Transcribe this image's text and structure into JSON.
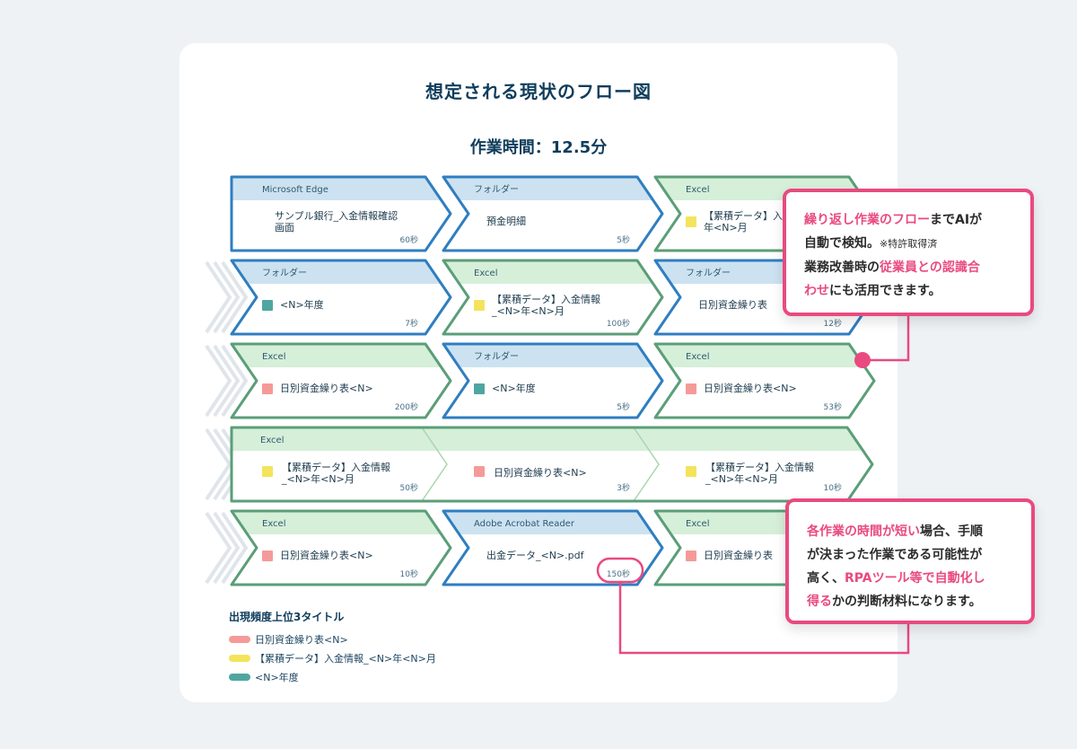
{
  "title": "想定される現状のフロー図",
  "subtitle": "作業時間：12.5分",
  "colors": {
    "excel": "#5b9e78",
    "excel_header": "#d6efd9",
    "blue": "#2f7ec0",
    "blue_header": "#cde2f1",
    "legend_pink": "#f59a98",
    "legend_yellow": "#f3e45c",
    "legend_teal": "#4fa6a1",
    "accent": "#e94a7f"
  },
  "rows": [
    [
      {
        "app": "Microsoft Edge",
        "theme": "blue",
        "label": [
          "サンプル銀行_入金情報確認",
          "画面"
        ],
        "time": "60秒",
        "marker": null
      },
      {
        "app": "フォルダー",
        "theme": "blue",
        "label": [
          "預金明細"
        ],
        "time": "5秒",
        "marker": null
      },
      {
        "app": "Excel",
        "theme": "green",
        "label": [
          "【累積データ】入",
          "年<N>月"
        ],
        "time": "",
        "marker": "yellow"
      }
    ],
    [
      {
        "app": "フォルダー",
        "theme": "blue",
        "label": [
          "<N>年度"
        ],
        "time": "7秒",
        "marker": "teal"
      },
      {
        "app": "Excel",
        "theme": "green",
        "label": [
          "【累積データ】入金情報",
          "_<N>年<N>月"
        ],
        "time": "100秒",
        "marker": "yellow"
      },
      {
        "app": "フォルダー",
        "theme": "blue",
        "label": [
          "日別資金繰り表"
        ],
        "time": "12秒",
        "marker": null
      }
    ],
    [
      {
        "app": "Excel",
        "theme": "green",
        "label": [
          "日別資金繰り表<N>"
        ],
        "time": "200秒",
        "marker": "pink"
      },
      {
        "app": "フォルダー",
        "theme": "blue",
        "label": [
          "<N>年度"
        ],
        "time": "5秒",
        "marker": "teal"
      },
      {
        "app": "Excel",
        "theme": "green",
        "label": [
          "日別資金繰り表<N>"
        ],
        "time": "53秒",
        "marker": "pink"
      }
    ],
    [
      {
        "app": "Excel",
        "theme": "green",
        "label": [
          "【累積データ】入金情報",
          "_<N>年<N>月"
        ],
        "time": "50秒",
        "marker": "yellow"
      },
      {
        "app": "",
        "theme": "green",
        "label": [
          "日別資金繰り表<N>"
        ],
        "time": "3秒",
        "marker": "pink"
      },
      {
        "app": "",
        "theme": "green",
        "label": [
          "【累積データ】入金情報",
          "_<N>年<N>月"
        ],
        "time": "10秒",
        "marker": "yellow"
      }
    ],
    [
      {
        "app": "Excel",
        "theme": "green",
        "label": [
          "日別資金繰り表<N>"
        ],
        "time": "10秒",
        "marker": "pink"
      },
      {
        "app": "Adobe Acrobat Reader",
        "theme": "blue",
        "label": [
          "出金データ_<N>.pdf"
        ],
        "time": "150秒",
        "marker": null
      },
      {
        "app": "Excel",
        "theme": "green",
        "label": [
          "日別資金繰り表"
        ],
        "time": "",
        "marker": "pink"
      }
    ]
  ],
  "legend": {
    "title": "出現頻度上位3タイトル",
    "items": [
      {
        "label": "日別資金繰り表<N>",
        "color": "pink"
      },
      {
        "label": "【累積データ】入金情報_<N>年<N>月",
        "color": "yellow"
      },
      {
        "label": "<N>年度",
        "color": "teal"
      }
    ]
  },
  "callout1": {
    "l1_hl": "繰り返し作業のフロー",
    "l1_rest": "までAIが",
    "l2": "自動で検知。",
    "l2_note": "※特許取得済",
    "l3_plain": "業務改善時の",
    "l3_hl": "従業員との認識合",
    "l4_hl": "わせ",
    "l4_rest": "にも活用できます。"
  },
  "callout2": {
    "l1_hl": "各作業の時間が短い",
    "l1_rest": "場合、手順",
    "l2": "が決まった作業である可能性が",
    "l3_plain": "高く、",
    "l3_hl": "RPAツール等で自動化し",
    "l4_hl": "得る",
    "l4_rest": "かの判断材料になります。"
  }
}
